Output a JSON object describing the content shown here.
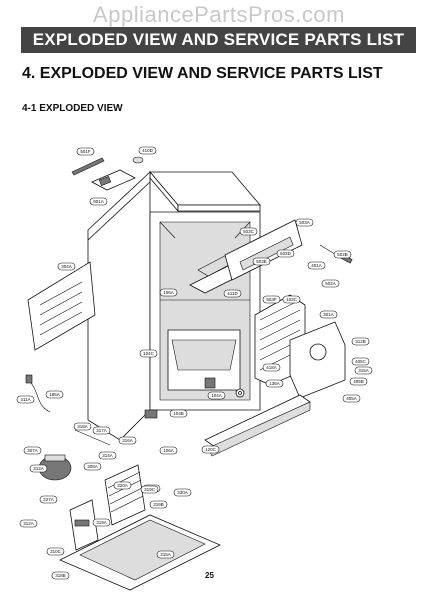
{
  "watermark": "AppliancePartsPros.com",
  "banner_title": "EXPLODED VIEW AND SERVICE PARTS LIST",
  "section_title": "4. EXPLODED VIEW AND SERVICE PARTS LIST",
  "subsection_title": "4-1  EXPLODED VIEW",
  "page_number": "25",
  "callouts": [
    "501F",
    "410D",
    "901A",
    "304A",
    "503A",
    "503C",
    "502B",
    "503D",
    "503E",
    "401A",
    "502A",
    "411D",
    "503F",
    "103C",
    "106A",
    "301A",
    "104C",
    "312B",
    "405C",
    "104A",
    "136A",
    "418A",
    "405B",
    "315A",
    "405A",
    "104B",
    "106A",
    "411A",
    "185A",
    "120C",
    "318A",
    "317A",
    "316A",
    "307A",
    "312A",
    "308A",
    "314A",
    "320A",
    "323B",
    "330A",
    "227A",
    "319C",
    "319B",
    "312A",
    "319A",
    "310C",
    "315A",
    "318B"
  ]
}
